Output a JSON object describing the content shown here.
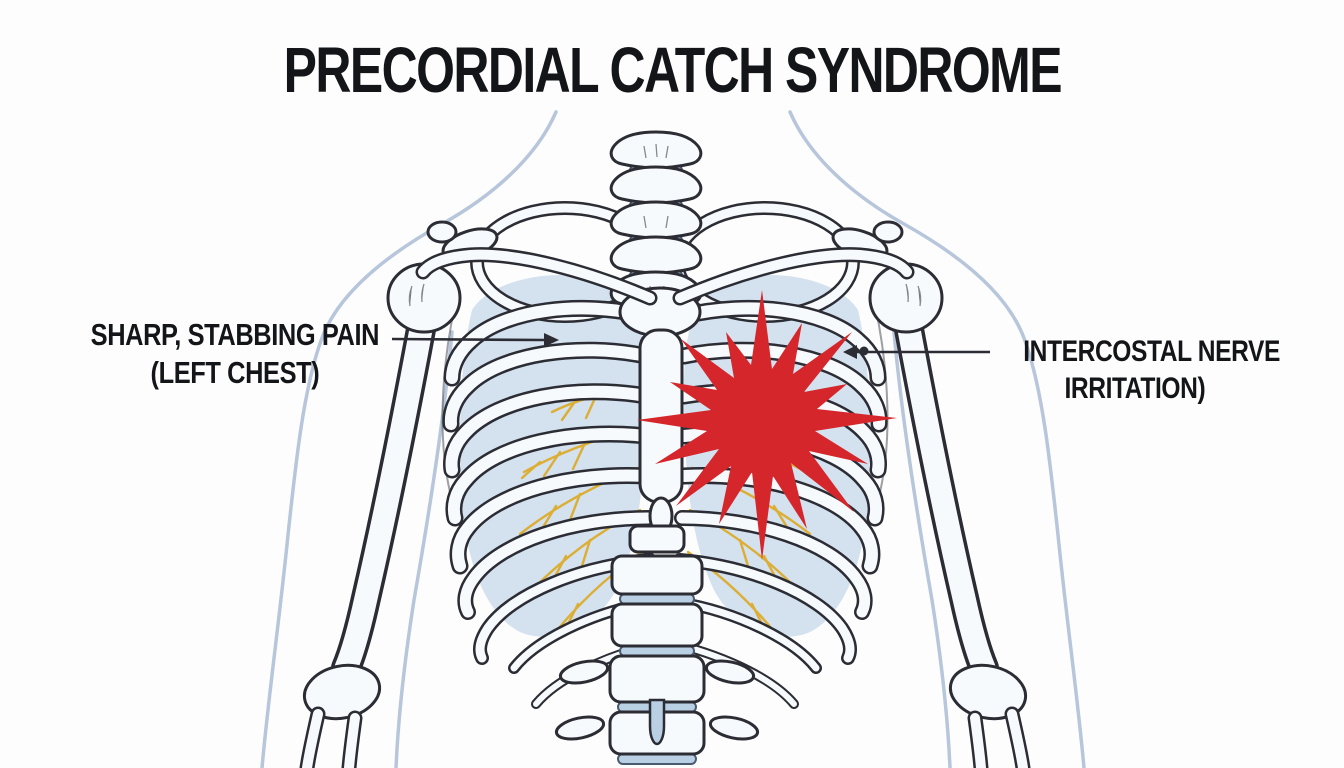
{
  "title": "PRECORDIAL CATCH SYNDROME",
  "annotations": {
    "left": {
      "line1": "SHARP, STABBING PAIN",
      "line2": "(LEFT CHEST)"
    },
    "right": {
      "line1": "INTERCOSTAL NERVE",
      "line2": "IRRITATION)"
    }
  },
  "icons": {
    "pain_burst": "red-starburst-pain-icon"
  },
  "colors": {
    "pain_burst": "#d5262b",
    "nerve_yellow": "#dcae33",
    "bone_outline": "#2b2c34",
    "bone_fill": "#f7fafc",
    "soft_tissue_blue": "#cbdaec",
    "body_silhouette": "#b7c6da",
    "text": "#141518",
    "background": "#fdfdfe"
  }
}
